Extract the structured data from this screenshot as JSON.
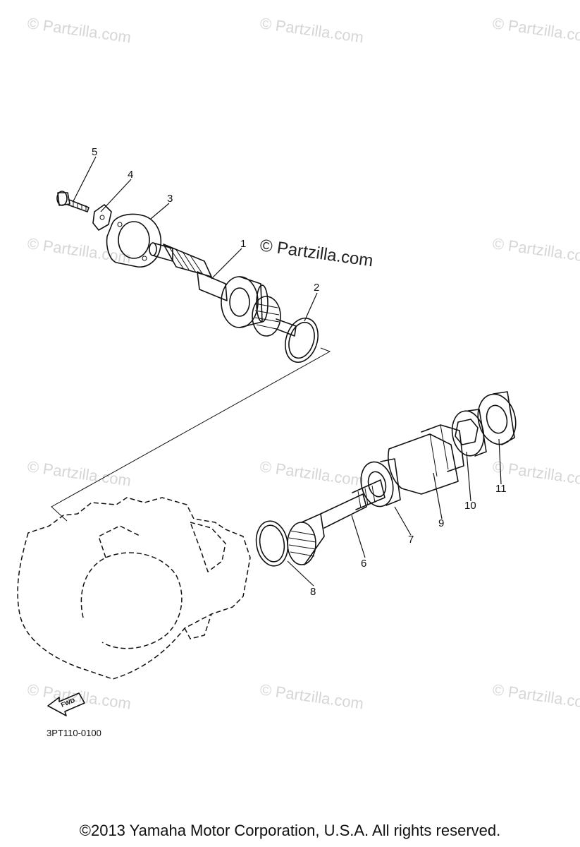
{
  "watermark_text": "© Partzilla.com",
  "diagram_code": "3PT110-0100",
  "forward_arrow_label": "FWD",
  "copyright": "©2013  Yamaha Motor Corporation, U.S.A. All rights reserved.",
  "callouts": [
    {
      "id": "1",
      "label": "1"
    },
    {
      "id": "2",
      "label": "2"
    },
    {
      "id": "3",
      "label": "3"
    },
    {
      "id": "4",
      "label": "4"
    },
    {
      "id": "5",
      "label": "5"
    },
    {
      "id": "6",
      "label": "6"
    },
    {
      "id": "7",
      "label": "7"
    },
    {
      "id": "8",
      "label": "8"
    },
    {
      "id": "9",
      "label": "9"
    },
    {
      "id": "10",
      "label": "10"
    },
    {
      "id": "11",
      "label": "11"
    }
  ]
}
